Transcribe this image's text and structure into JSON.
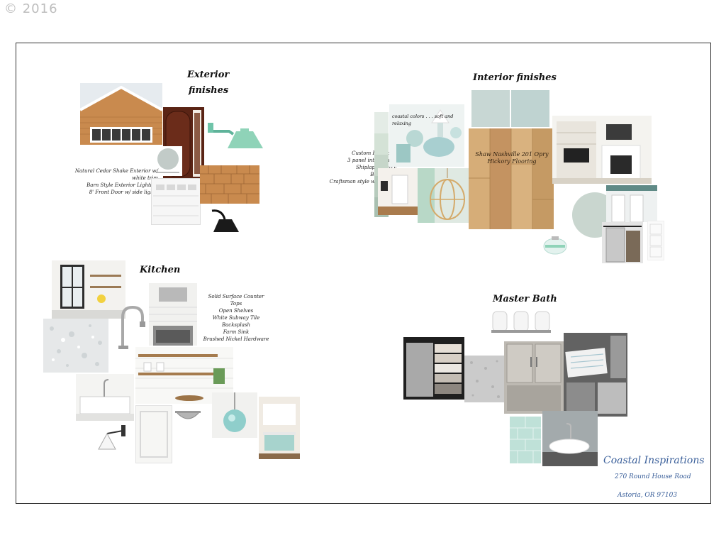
{
  "copyright": "© 2016",
  "exterior": {
    "title_line1": "Exterior",
    "title_line2": "finishes",
    "notes": [
      "Natural Cedar Shake Exterior w/ white trim",
      "Barn Style Exterior Lighting",
      "8' Front Door w/ side lights"
    ]
  },
  "interior": {
    "title": "Interior finishes",
    "notes": [
      "Custom Fireplace",
      "3 panel interior drs",
      "Shiplap in entry",
      "Barn Door",
      "Craftsman style window & door"
    ],
    "colors_label": "coastal colors . . . soft and relaxing",
    "flooring_label": [
      "Shaw Nashville 201 Opry",
      "Hickory Flooring"
    ]
  },
  "kitchen": {
    "title": "Kitchen",
    "notes": [
      "Solid Surface Counter Tops",
      "Open Shelves",
      "White Subway Tile Backsplash",
      "Farm Sink",
      "Brushed Nickel Hardware"
    ]
  },
  "bath": {
    "title": "Master Bath"
  },
  "brand": {
    "name": "Coastal Inspirations",
    "address1": "270 Round House Road",
    "address2": "Astoria, OR 97103"
  },
  "colors": {
    "cedar": "#c98a4e",
    "mint": "#8fd3b8",
    "wood": "#c9a06a",
    "sage": "#c9d6cf",
    "brand_blue": "#3a5f9a"
  }
}
